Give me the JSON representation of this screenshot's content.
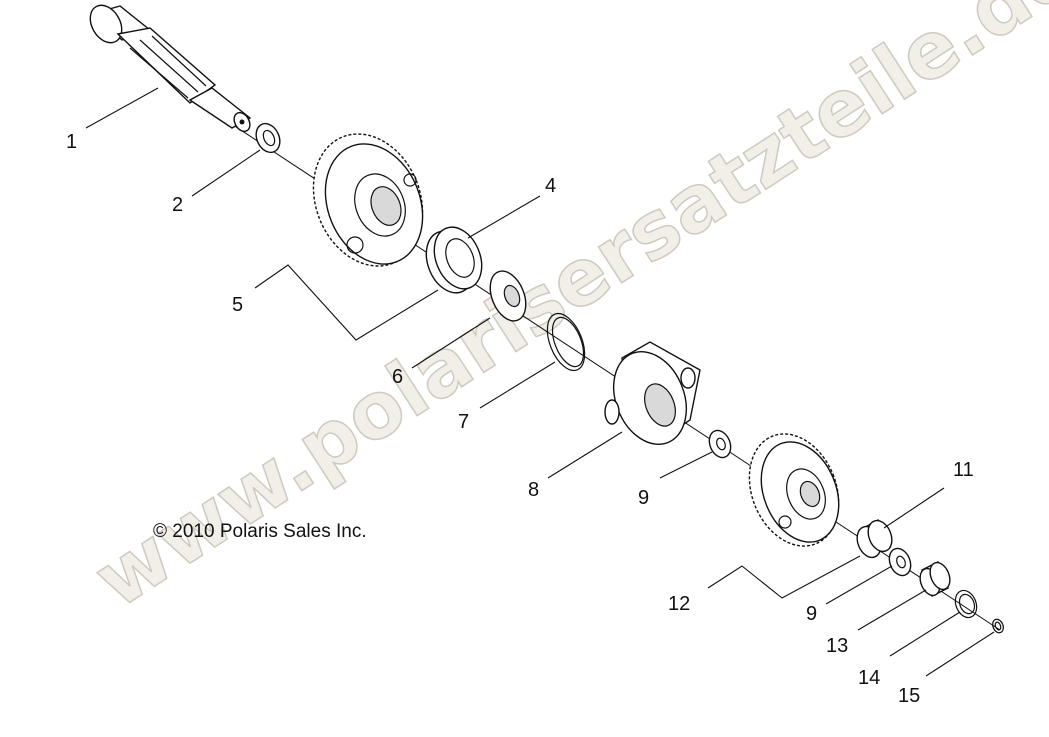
{
  "diagram": {
    "watermark": "www.polarisersatzteile.de",
    "copyright": "© 2010 Polaris Sales Inc.",
    "callouts": [
      {
        "id": "1",
        "label": "1"
      },
      {
        "id": "2",
        "label": "2"
      },
      {
        "id": "4",
        "label": "4"
      },
      {
        "id": "5",
        "label": "5"
      },
      {
        "id": "6",
        "label": "6"
      },
      {
        "id": "7",
        "label": "7"
      },
      {
        "id": "8",
        "label": "8"
      },
      {
        "id": "9a",
        "label": "9"
      },
      {
        "id": "11",
        "label": "11"
      },
      {
        "id": "12",
        "label": "12"
      },
      {
        "id": "9b",
        "label": "9"
      },
      {
        "id": "13",
        "label": "13"
      },
      {
        "id": "14",
        "label": "14"
      },
      {
        "id": "15",
        "label": "15"
      }
    ]
  }
}
